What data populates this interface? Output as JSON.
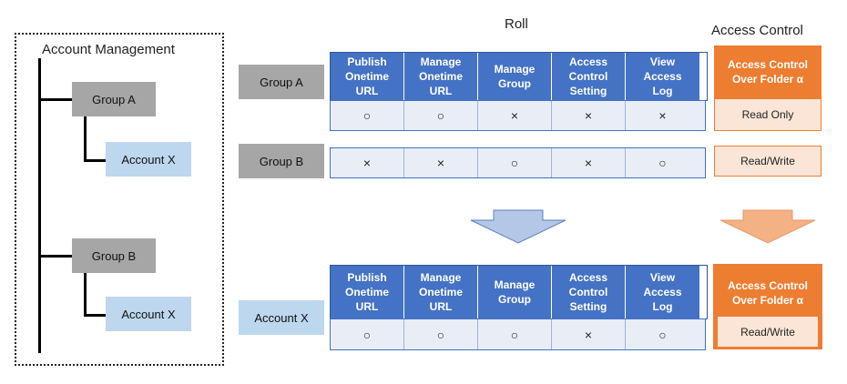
{
  "account_management": {
    "title": "Account Management",
    "group_a": "Group A",
    "account_x_1": "Account X",
    "group_b": "Group B",
    "account_x_2": "Account X"
  },
  "headings": {
    "roll": "Roll",
    "access_control": "Access Control"
  },
  "role_headers": [
    "Publish\nOnetime\nURL",
    "Manage\nOnetime\nURL",
    "Manage\nGroup",
    "Access\nControl\nSetting",
    "View\nAccess\nLog"
  ],
  "access_header": "Access Control\nOver Folder α",
  "group_a": {
    "label": "Group A",
    "roles": [
      "○",
      "○",
      "×",
      "×",
      "×"
    ],
    "access": "Read Only"
  },
  "group_b": {
    "label": "Group B",
    "roles": [
      "×",
      "×",
      "○",
      "×",
      "○"
    ],
    "access": "Read/Write"
  },
  "account_x": {
    "label": "Account X",
    "roles": [
      "○",
      "○",
      "○",
      "×",
      "○"
    ],
    "access": "Read/Write"
  },
  "colors": {
    "blue_header": "#4472c4",
    "orange_header": "#ed7d31",
    "group_box": "#a6a6a6",
    "account_box": "#bdd7ee",
    "blue_arrow": "#b4c7e7",
    "orange_arrow": "#f4b183"
  }
}
